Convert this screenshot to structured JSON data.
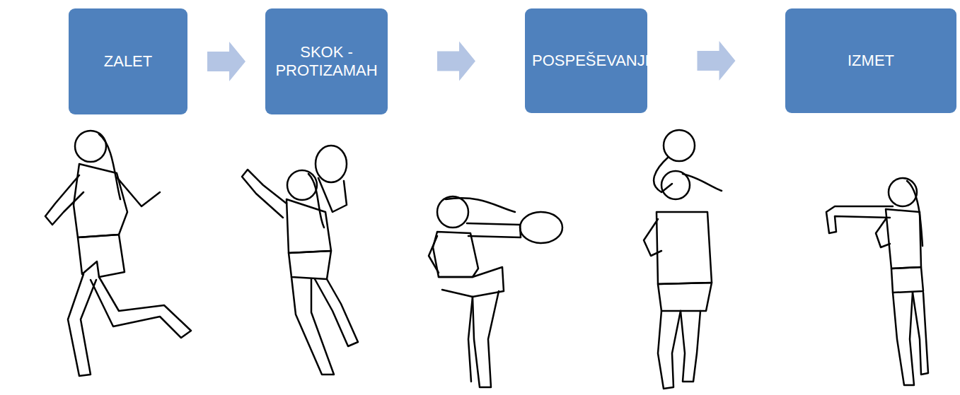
{
  "diagram": {
    "nodes": [
      {
        "text": [
          "ZALET"
        ]
      },
      {
        "text": [
          "SKOK - PROTIZAMAH"
        ]
      },
      {
        "text": [
          "POSPEŠEVANJE"
        ]
      },
      {
        "text": [
          "IZMET"
        ]
      }
    ],
    "edges": [
      {
        "from": 0,
        "to": 1,
        "arrow": "to"
      },
      {
        "from": 1,
        "to": 2,
        "arrow": "to"
      },
      {
        "from": 2,
        "to": 3,
        "arrow": "to"
      }
    ]
  }
}
